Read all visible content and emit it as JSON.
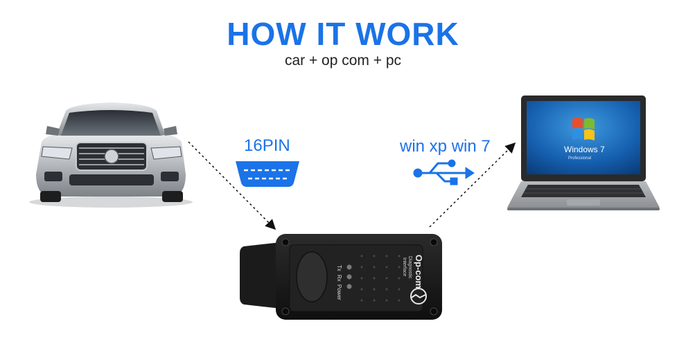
{
  "diagram": {
    "title": "HOW IT WORK",
    "subtitle": "car + op com + pc",
    "connector_label": "16PIN",
    "os_label": "win xp win 7",
    "device": {
      "brand": "Op-com",
      "description_line1": "Diagnostic",
      "description_line2": "Interface",
      "led_tx": "Tx",
      "led_rx": "Rx",
      "led_power": "Power"
    },
    "laptop_screen": {
      "os_name": "Windows 7",
      "os_edition": "Professional"
    }
  },
  "colors": {
    "accent_blue": "#1a73e8",
    "device_body": "#1c1c1c",
    "car_silver": "#b9bcc0"
  },
  "icons": [
    "car-image",
    "obd-connector-icon",
    "usb-icon",
    "laptop-image",
    "opcom-device-image"
  ]
}
